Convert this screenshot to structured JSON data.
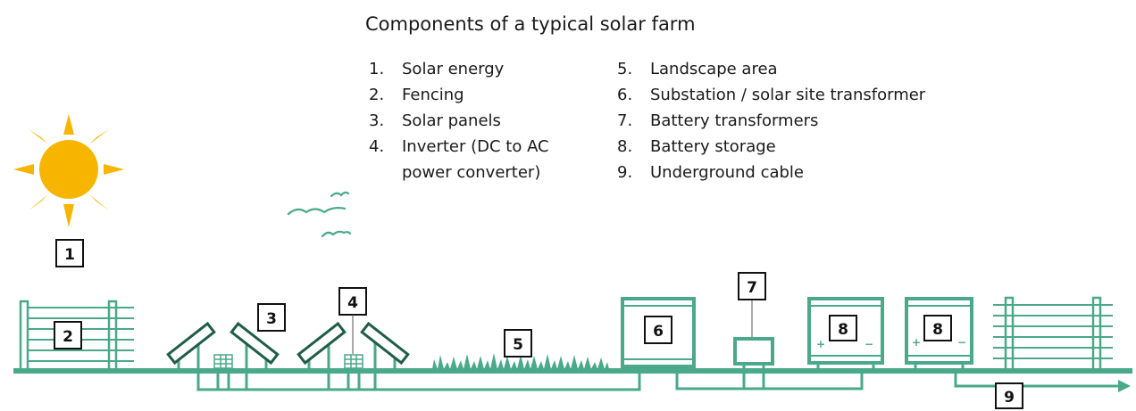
{
  "title": "Components of a typical solar farm",
  "legend_left": [
    {
      "num": "1.",
      "text": "Solar energy"
    },
    {
      "num": "2.",
      "text": "Fencing"
    },
    {
      "num": "3.",
      "text": "Solar panels"
    },
    {
      "num": "4.",
      "text": "Inverter (DC to AC\npower converter)"
    }
  ],
  "legend_right": [
    {
      "num": "5.",
      "text": "Landscape area"
    },
    {
      "num": "6.",
      "text": "Substation / solar site transformer"
    },
    {
      "num": "7.",
      "text": "Battery transformers"
    },
    {
      "num": "8.",
      "text": "Battery storage"
    },
    {
      "num": "9.",
      "text": "Underground cable"
    }
  ],
  "markers": {
    "sun": "1",
    "fence": "2",
    "panels": "3",
    "inverter": "4",
    "landscape": "5",
    "substation": "6",
    "battery_transformer": "7",
    "battery_a": "8",
    "battery_b": "8",
    "cable": "9"
  },
  "battery_signs": {
    "plus": "+",
    "minus": "−"
  },
  "colors": {
    "teal": "#4aa98a",
    "sun": "#f7b500",
    "text": "#1a1a1a",
    "box_border": "#111111"
  }
}
